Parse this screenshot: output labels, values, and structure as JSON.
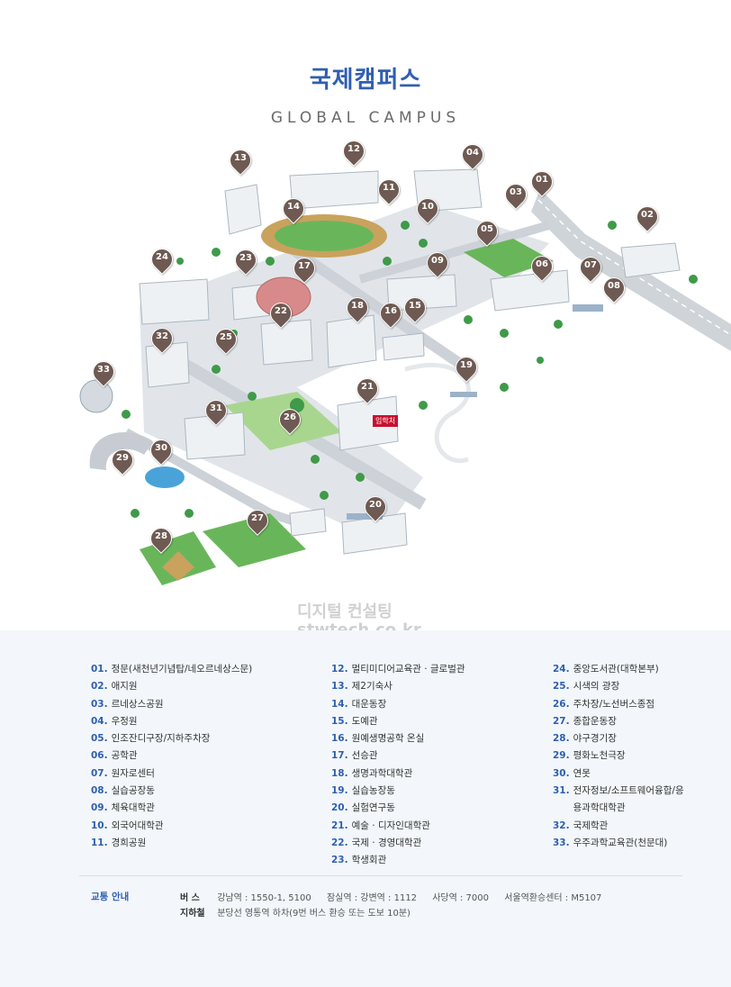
{
  "header": {
    "title_ko": "국제캠퍼스",
    "title_en": "GLOBAL CAMPUS"
  },
  "colors": {
    "accent": "#2f5fb0",
    "marker": "#6e5a52",
    "grass": "#7cc06a",
    "road": "#d9dde2",
    "building": "#e8ecef",
    "roof": "#9bb3c9",
    "tree": "#3f9a4a",
    "admission_tag": "#c8102e",
    "panel": "#f3f7fb"
  },
  "map": {
    "admission_label": "입학처",
    "watermark_ko": "디지털 컨설팅",
    "watermark_en": "stwtech.co.kr",
    "markers": [
      "01",
      "02",
      "03",
      "04",
      "05",
      "06",
      "07",
      "08",
      "09",
      "10",
      "11",
      "12",
      "13",
      "14",
      "15",
      "16",
      "17",
      "18",
      "19",
      "20",
      "21",
      "22",
      "23",
      "24",
      "25",
      "26",
      "27",
      "28",
      "29",
      "30",
      "31",
      "32",
      "33"
    ]
  },
  "legend": {
    "col1": [
      {
        "num": "01.",
        "name": "정문(새천년기념탑/네오르네상스문)"
      },
      {
        "num": "02.",
        "name": "애지원"
      },
      {
        "num": "03.",
        "name": "르네상스공원"
      },
      {
        "num": "04.",
        "name": "우정원"
      },
      {
        "num": "05.",
        "name": "인조잔디구장/지하주차장"
      },
      {
        "num": "06.",
        "name": "공학관"
      },
      {
        "num": "07.",
        "name": "원자로센터"
      },
      {
        "num": "08.",
        "name": "실습공장동"
      },
      {
        "num": "09.",
        "name": "체육대학관"
      },
      {
        "num": "10.",
        "name": "외국어대학관"
      },
      {
        "num": "11.",
        "name": "경희공원"
      }
    ],
    "col2": [
      {
        "num": "12.",
        "name": "멀티미디어교육관 · 글로벌관"
      },
      {
        "num": "13.",
        "name": "제2기숙사"
      },
      {
        "num": "14.",
        "name": "대운동장"
      },
      {
        "num": "15.",
        "name": "도예관"
      },
      {
        "num": "16.",
        "name": "원예생명공학 온실"
      },
      {
        "num": "17.",
        "name": "선승관"
      },
      {
        "num": "18.",
        "name": "생명과학대학관"
      },
      {
        "num": "19.",
        "name": "실습농장동"
      },
      {
        "num": "20.",
        "name": "실험연구동"
      },
      {
        "num": "21.",
        "name": "예술 · 디자인대학관"
      },
      {
        "num": "22.",
        "name": "국제 · 경영대학관"
      },
      {
        "num": "23.",
        "name": "학생회관"
      }
    ],
    "col3": [
      {
        "num": "24.",
        "name": "중앙도서관(대학본부)"
      },
      {
        "num": "25.",
        "name": "시색의 광장"
      },
      {
        "num": "26.",
        "name": "주차장/노선버스종점"
      },
      {
        "num": "27.",
        "name": "종합운동장"
      },
      {
        "num": "28.",
        "name": "야구경기장"
      },
      {
        "num": "29.",
        "name": "평화노천극장"
      },
      {
        "num": "30.",
        "name": "연못"
      },
      {
        "num": "31.",
        "name": "전자정보/소프트웨어융합/응용과학대학관"
      },
      {
        "num": "32.",
        "name": "국제학관"
      },
      {
        "num": "33.",
        "name": "우주과학교육관(천문대)"
      }
    ]
  },
  "transport": {
    "title": "교통 안내",
    "bus_label": "버 스",
    "bus_items": [
      "강남역 : 1550-1, 5100",
      "잠실역 : 강변역 : 1112",
      "사당역 : 7000",
      "서울역환승센터 : M5107"
    ],
    "subway_label": "지하철",
    "subway_text": "분당선 영통역 하차(9번 버스 환승 또는 도보 10분)"
  }
}
